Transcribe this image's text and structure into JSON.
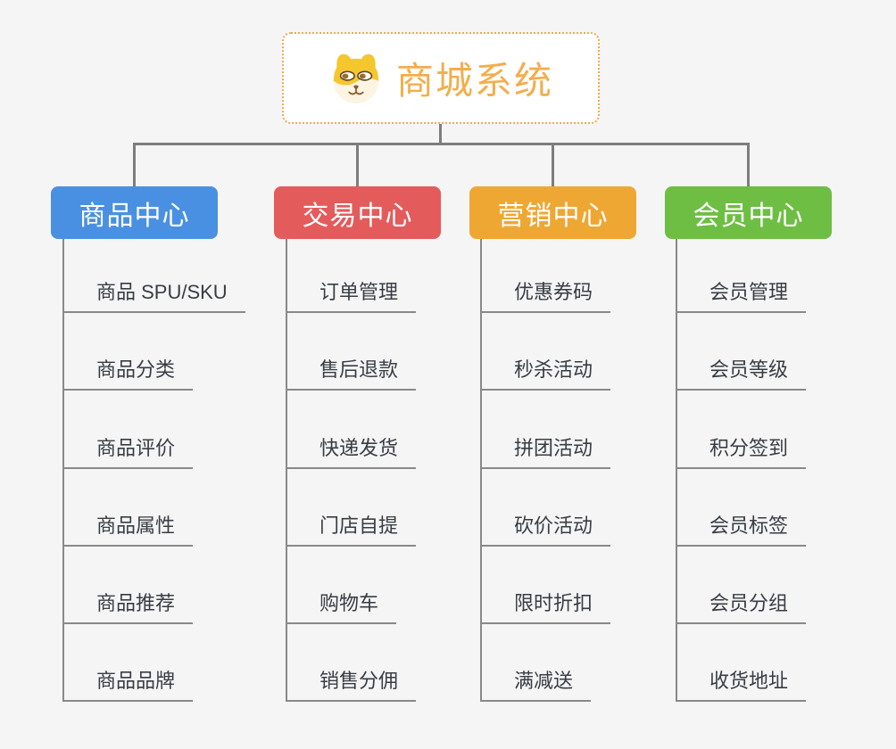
{
  "background_color": "#f5f5f6",
  "connector_color": "#7d7d7d",
  "underline_color": "#898989",
  "root": {
    "title": "商城系统",
    "title_color": "#f2ae4d",
    "border_color": "#f0a94c",
    "icon": "dog-face-icon"
  },
  "branches": [
    {
      "label": "商品中心",
      "color": "#4a90e2",
      "items": [
        "商品 SPU/SKU",
        "商品分类",
        "商品评价",
        "商品属性",
        "商品推荐",
        "商品品牌"
      ]
    },
    {
      "label": "交易中心",
      "color": "#e45b5b",
      "items": [
        "订单管理",
        "售后退款",
        "快递发货",
        "门店自提",
        "购物车",
        "销售分佣"
      ]
    },
    {
      "label": "营销中心",
      "color": "#efa733",
      "items": [
        "优惠券码",
        "秒杀活动",
        "拼团活动",
        "砍价活动",
        "限时折扣",
        "满减送"
      ]
    },
    {
      "label": "会员中心",
      "color": "#6ebe44",
      "items": [
        "会员管理",
        "会员等级",
        "积分签到",
        "会员标签",
        "会员分组",
        "收货地址"
      ]
    }
  ]
}
